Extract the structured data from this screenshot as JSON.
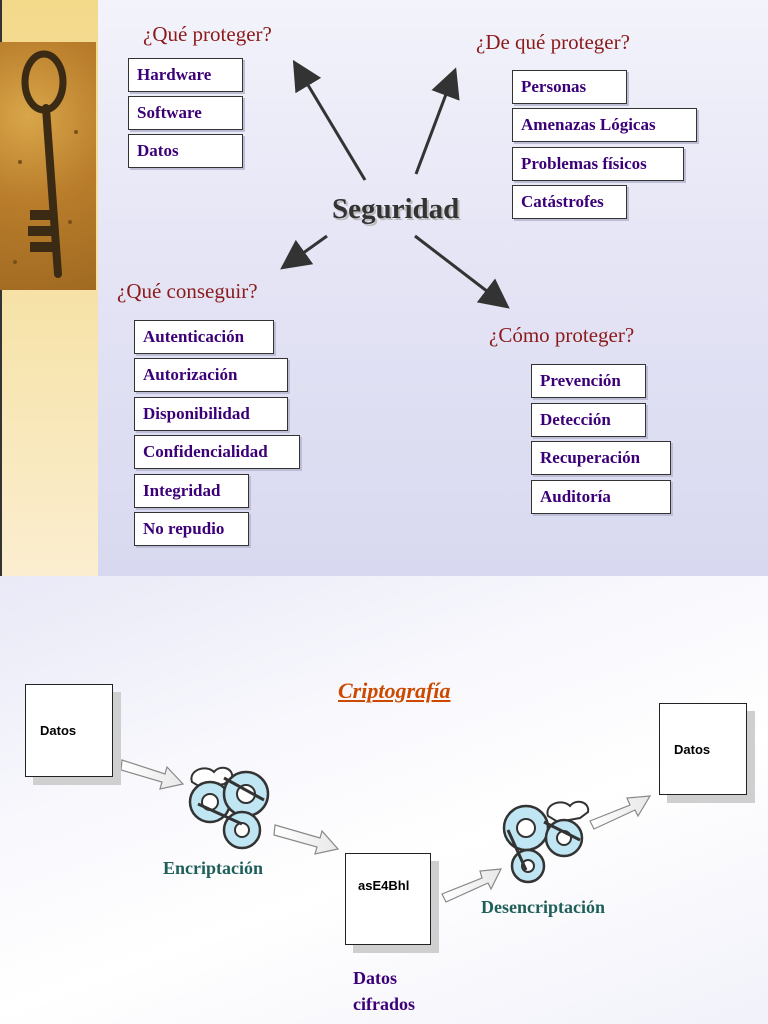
{
  "slide1": {
    "center_title": "Seguridad",
    "q_what": {
      "title": "¿Qué proteger?",
      "items": [
        "Hardware",
        "Software",
        "Datos"
      ]
    },
    "q_from": {
      "title": "¿De qué proteger?",
      "items": [
        "Personas",
        "Amenazas Lógicas",
        "Problemas físicos",
        "Catástrofes"
      ]
    },
    "q_achieve": {
      "title": "¿Qué conseguir?",
      "items": [
        "Autenticación",
        "Autorización",
        "Disponibilidad",
        "Confidencialidad",
        "Integridad",
        "No repudio"
      ]
    },
    "q_how": {
      "title": "¿Cómo proteger?",
      "items": [
        "Prevención",
        "Detección",
        "Recuperación",
        "Auditoría"
      ]
    }
  },
  "slide2": {
    "title": "Criptografía",
    "doc_input": "Datos",
    "doc_cipher": "asE4Bhl",
    "doc_output": "Datos",
    "encrypt_label": "Encriptación",
    "decrypt_label": "Desencriptación",
    "cipher_caption_1": "Datos",
    "cipher_caption_2": "cifrados"
  }
}
